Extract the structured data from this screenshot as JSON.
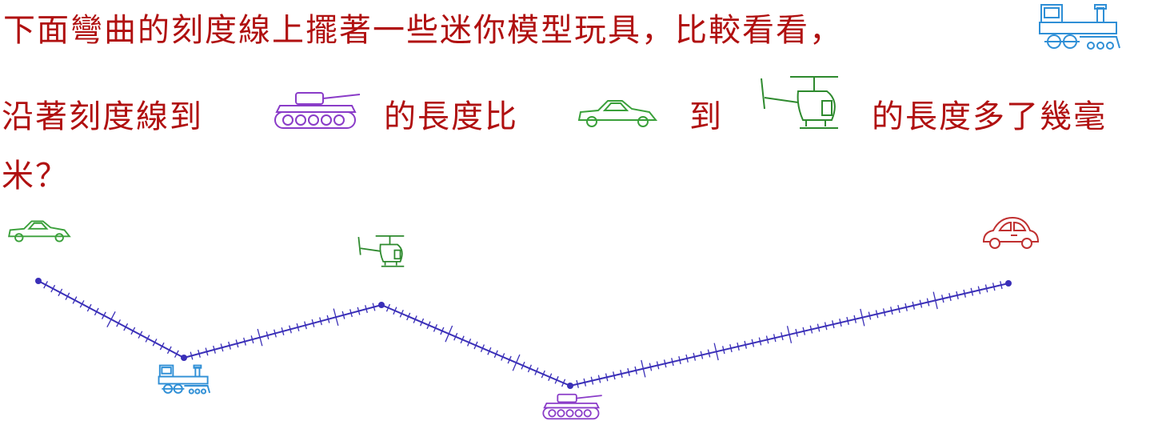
{
  "question": {
    "line1": "下面彎曲的刻度線上擺著一些迷你模型玩具，比較看看，",
    "line2_a": "沿著刻度線到",
    "line2_b": "的長度比",
    "line2_c": "到",
    "line2_d": "的長度多了幾毫",
    "line3": "米？"
  },
  "toys": {
    "train": "train-icon",
    "tank": "tank-icon",
    "green_car": "classic-car-icon",
    "helicopter": "helicopter-icon",
    "red_car": "beetle-car-icon"
  },
  "colors": {
    "text": "#b01010",
    "ruler": "#3a2fb8",
    "train": "#2f8fd6",
    "tank": "#8a3cc8",
    "green": "#3aa03a",
    "helicopter": "#2e8a2e",
    "red_car": "#c03030"
  },
  "ruler": {
    "segments_mm": [
      20,
      26,
      28,
      60
    ],
    "minor_tick_mm": 1,
    "major_tick_every_mm": 10
  }
}
